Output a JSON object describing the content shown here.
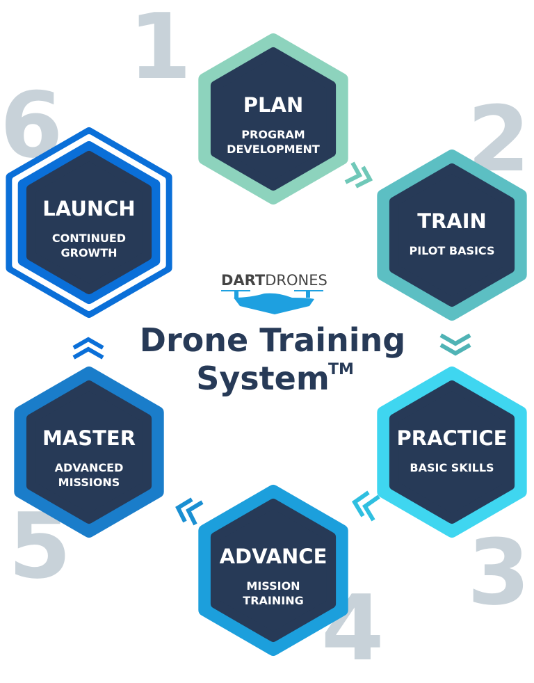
{
  "logo": {
    "bold": "DART",
    "light": "DRONES",
    "color": "#1ea0e0"
  },
  "title": {
    "line1": "Drone Training",
    "line2": "System",
    "mark": "TM"
  },
  "colors": {
    "hex_fill": "#273a57",
    "number": "#c8d2d9"
  },
  "steps": [
    {
      "number": "1",
      "title": "PLAN",
      "sub1": "PROGRAM",
      "sub2": "DEVELOPMENT",
      "color": "#8dd3bd"
    },
    {
      "number": "2",
      "title": "TRAIN",
      "sub1": "PILOT BASICS",
      "sub2": "",
      "color": "#5cbfc3"
    },
    {
      "number": "3",
      "title": "PRACTICE",
      "sub1": "BASIC SKILLS",
      "sub2": "",
      "color": "#3fd6f0"
    },
    {
      "number": "4",
      "title": "ADVANCE",
      "sub1": "MISSION",
      "sub2": "TRAINING",
      "color": "#1c9fdc"
    },
    {
      "number": "5",
      "title": "MASTER",
      "sub1": "ADVANCED",
      "sub2": "MISSIONS",
      "color": "#1a7dca"
    },
    {
      "number": "6",
      "title": "LAUNCH",
      "sub1": "CONTINUED",
      "sub2": "GROWTH",
      "color": "#0a6fd8"
    }
  ]
}
